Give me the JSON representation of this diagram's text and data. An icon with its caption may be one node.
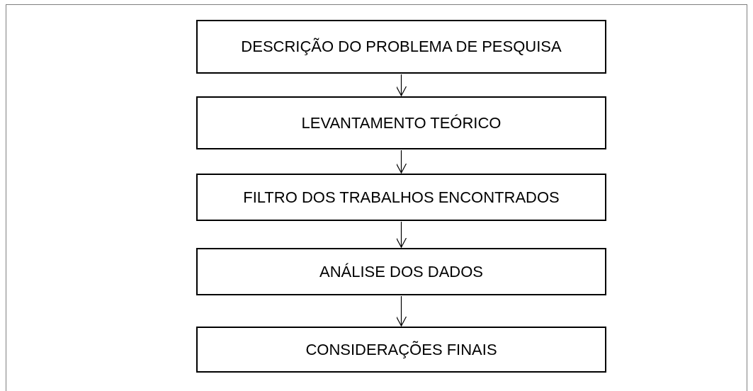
{
  "diagram": {
    "nodes": [
      {
        "text": [
          "DESCRIÇÃO DO PROBLEMA DE PESQUISA"
        ]
      },
      {
        "text": [
          "LEVANTAMENTO TEÓRICO"
        ]
      },
      {
        "text": [
          "FILTRO DOS TRABALHOS ENCONTRADOS"
        ]
      },
      {
        "text": [
          "ANÁLISE DOS DADOS"
        ]
      },
      {
        "text": [
          "CONSIDERAÇÕES FINAIS"
        ]
      }
    ],
    "edges": [
      {
        "from": 0,
        "to": 1,
        "arrow": "to"
      },
      {
        "from": 1,
        "to": 2,
        "arrow": "to"
      },
      {
        "from": 2,
        "to": 3,
        "arrow": "to"
      },
      {
        "from": 3,
        "to": 4,
        "arrow": "to"
      }
    ]
  }
}
